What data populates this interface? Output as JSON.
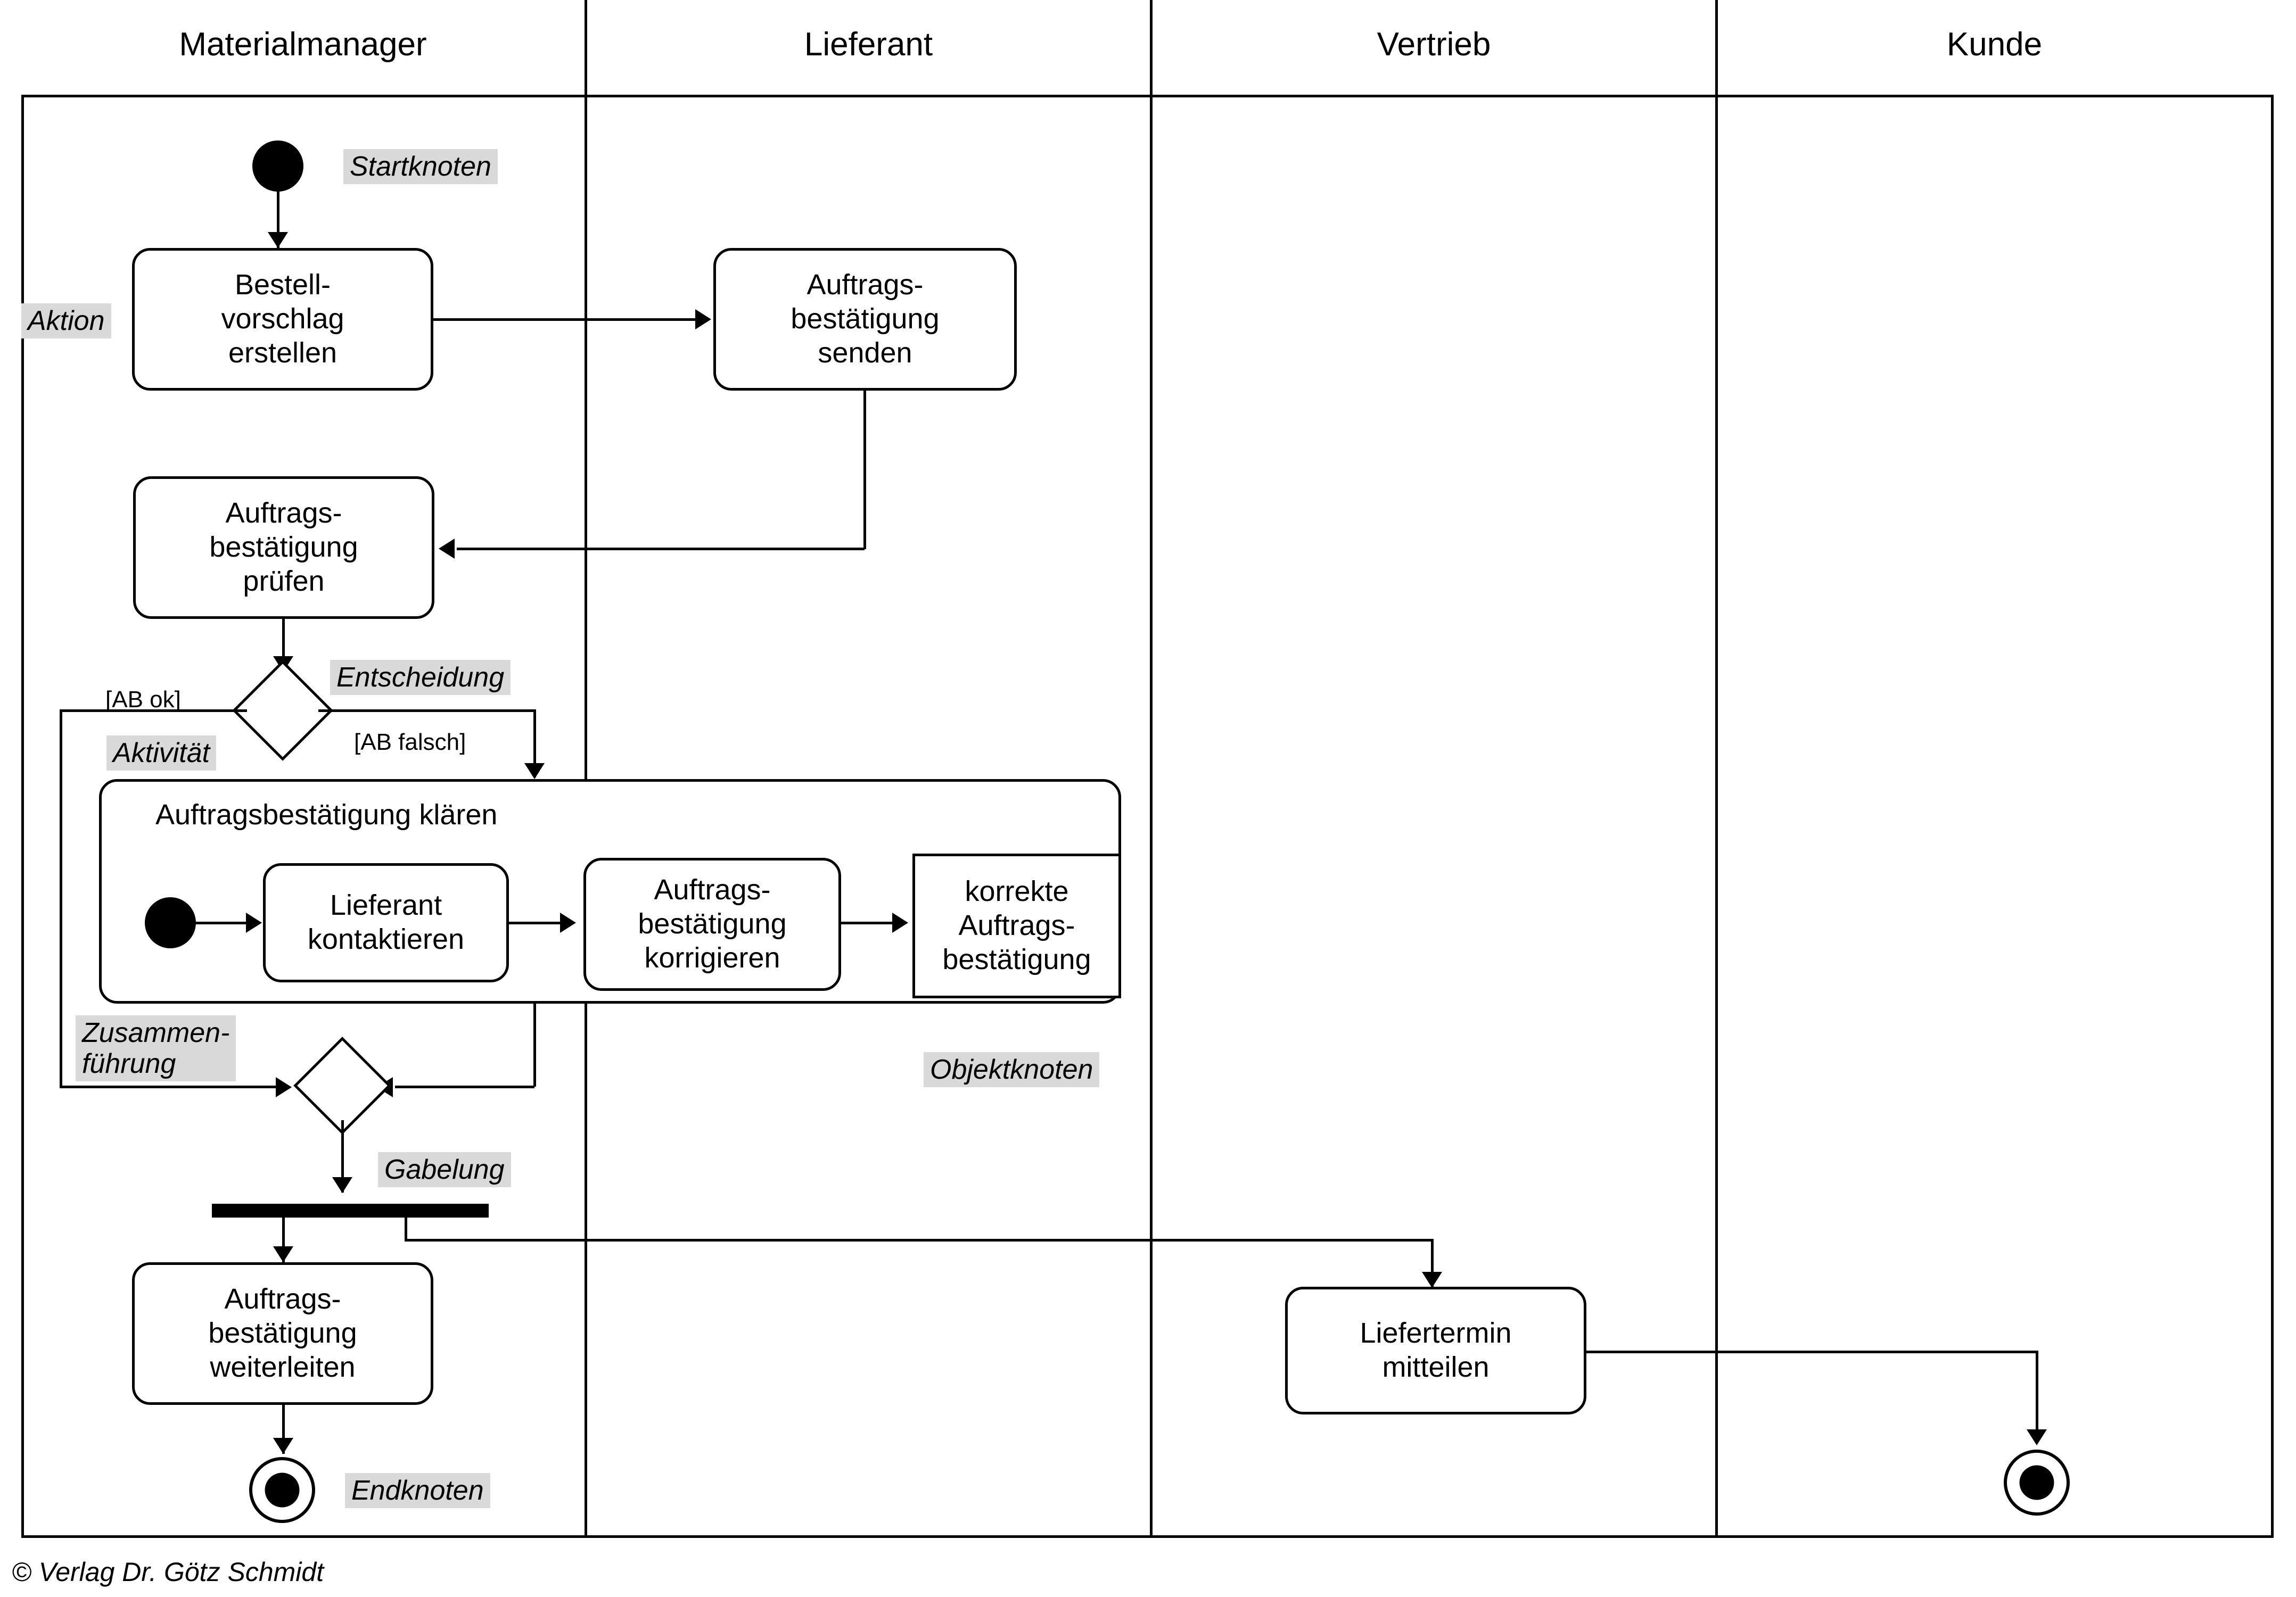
{
  "diagram": {
    "type": "uml-activity-diagram",
    "lanes": [
      {
        "id": "materialmanager",
        "title": "Materialmanager"
      },
      {
        "id": "lieferant",
        "title": "Lieferant"
      },
      {
        "id": "vertrieb",
        "title": "Vertrieb"
      },
      {
        "id": "kunde",
        "title": "Kunde"
      }
    ],
    "nodes": {
      "start": {
        "label": "",
        "kind": "start-node"
      },
      "bestellvorschlag": {
        "label": "Bestell-\nvorschlag\nerstellen",
        "kind": "action"
      },
      "ab_senden": {
        "label": "Auftrags-\nbestätigung\nsenden",
        "kind": "action"
      },
      "ab_pruefen": {
        "label": "Auftrags-\nbestätigung\nprüfen",
        "kind": "action"
      },
      "entscheidung": {
        "label": "",
        "kind": "decision"
      },
      "activity_frame": {
        "label": "Auftragsbestätigung klären",
        "kind": "activity"
      },
      "sub_start": {
        "label": "",
        "kind": "start-node"
      },
      "lieferant_kontaktieren": {
        "label": "Lieferant\nkontaktieren",
        "kind": "action"
      },
      "ab_korrigieren": {
        "label": "Auftrags-\nbestätigung\nkorrigieren",
        "kind": "action"
      },
      "korrekte_ab": {
        "label": "korrekte\nAuftrags-\nbestätigung",
        "kind": "object"
      },
      "zusammenfuehrung": {
        "label": "",
        "kind": "merge"
      },
      "gabelung": {
        "label": "",
        "kind": "fork"
      },
      "ab_weiterleiten": {
        "label": "Auftrags-\nbestätigung\nweiterleiten",
        "kind": "action"
      },
      "end_mm": {
        "label": "",
        "kind": "end-node"
      },
      "liefertermin": {
        "label": "Liefertermin\nmitteilen",
        "kind": "action"
      },
      "end_kunde": {
        "label": "",
        "kind": "end-node"
      }
    },
    "guards": {
      "ab_ok": "[AB ok]",
      "ab_falsch": "[AB falsch]"
    },
    "annotations": {
      "startknoten": "Startknoten",
      "aktion": "Aktion",
      "entscheidung": "Entscheidung",
      "aktivitaet": "Aktivität",
      "zusammenfuehrung": "Zusammen-\nführung",
      "gabelung": "Gabelung",
      "objektknoten": "Objektknoten",
      "endknoten": "Endknoten"
    },
    "footer": "© Verlag Dr. Götz Schmidt",
    "colors": {
      "line": "#000000",
      "annotation_background": "#d9d9d9",
      "canvas": "#ffffff"
    }
  }
}
